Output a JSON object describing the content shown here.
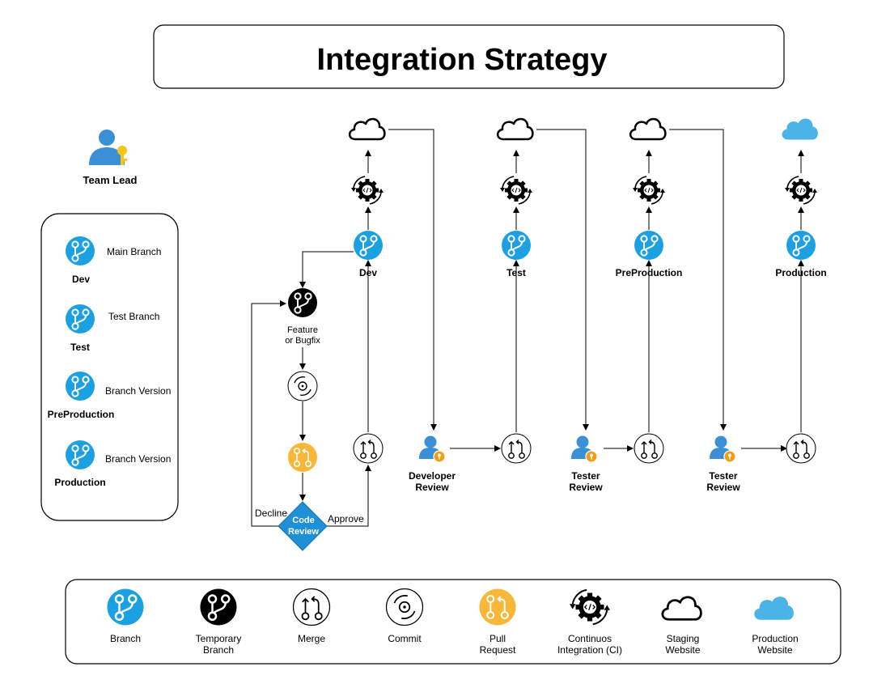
{
  "title": "Integration Strategy",
  "team_lead": {
    "label": "Team Lead"
  },
  "side_legend": {
    "items": [
      {
        "name": "Dev",
        "desc": "Main Branch"
      },
      {
        "name": "Test",
        "desc": "Test Branch"
      },
      {
        "name": "PreProduction",
        "desc": "Branch Version"
      },
      {
        "name": "Production",
        "desc": "Branch Version"
      }
    ]
  },
  "branches": {
    "dev": "Dev",
    "test": "Test",
    "preproduction": "PreProduction",
    "production": "Production"
  },
  "feature": {
    "line1": "Feature",
    "line2": "or Bugfix"
  },
  "code_review": {
    "line1": "Code",
    "line2": "Review",
    "decline": "Decline",
    "approve": "Approve"
  },
  "reviews": [
    {
      "line1": "Developer",
      "line2": "Review"
    },
    {
      "line1": "Tester",
      "line2": "Review"
    },
    {
      "line1": "Tester",
      "line2": "Review"
    }
  ],
  "bottom_legend": [
    {
      "icon": "branch-icon",
      "line1": "Branch",
      "line2": ""
    },
    {
      "icon": "temporary-branch-icon",
      "line1": "Temporary",
      "line2": "Branch"
    },
    {
      "icon": "merge-icon",
      "line1": "Merge",
      "line2": ""
    },
    {
      "icon": "commit-icon",
      "line1": "Commit",
      "line2": ""
    },
    {
      "icon": "pull-request-icon",
      "line1": "Pull",
      "line2": "Request"
    },
    {
      "icon": "ci-icon",
      "line1": "Continuos",
      "line2": "Integration (CI)"
    },
    {
      "icon": "staging-cloud-icon",
      "line1": "Staging",
      "line2": "Website"
    },
    {
      "icon": "production-cloud-icon",
      "line1": "Production",
      "line2": "Website"
    }
  ],
  "colors": {
    "branch": "#1ba1e2",
    "temporary": "#000000",
    "pull_request": "#f8b739",
    "production_cloud": "#4ab3e8",
    "user": "#3b8fd4",
    "key": "#f39c12",
    "diamond": "#1e90d6"
  }
}
